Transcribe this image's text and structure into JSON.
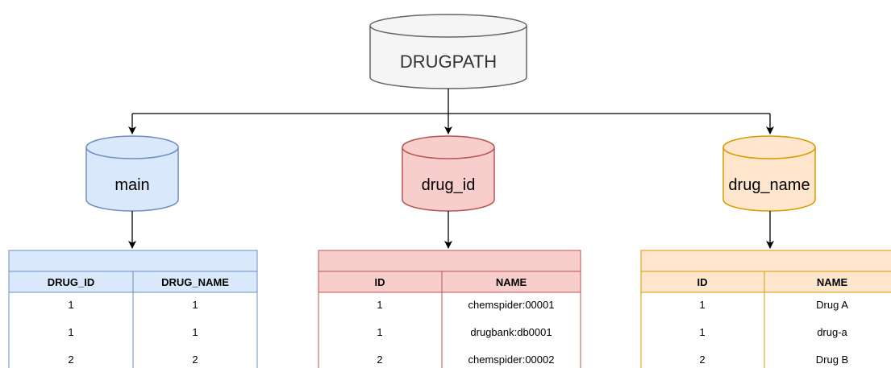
{
  "root": {
    "label": "DRUGPATH"
  },
  "databases": [
    {
      "key": "main",
      "label": "main",
      "fill": "#dae8fc",
      "stroke": "#6c8ebf",
      "table": {
        "columns": [
          "DRUG_ID",
          "DRUG_NAME"
        ],
        "rows": [
          [
            "1",
            "1"
          ],
          [
            "1",
            "1"
          ],
          [
            "2",
            "2"
          ]
        ]
      }
    },
    {
      "key": "drug_id",
      "label": "drug_id",
      "fill": "#f8cecc",
      "stroke": "#b85450",
      "table": {
        "columns": [
          "ID",
          "NAME"
        ],
        "rows": [
          [
            "1",
            "chemspider:00001"
          ],
          [
            "1",
            "drugbank:db0001"
          ],
          [
            "2",
            "chemspider:00002"
          ]
        ]
      }
    },
    {
      "key": "drug_name",
      "label": "drug_name",
      "fill": "#ffe6cc",
      "stroke": "#d79b00",
      "table": {
        "columns": [
          "ID",
          "NAME"
        ],
        "rows": [
          [
            "1",
            "Drug A"
          ],
          [
            "1",
            "drug-a"
          ],
          [
            "2",
            "Drug B"
          ]
        ]
      }
    }
  ],
  "colors": {
    "root_fill": "#f5f5f5",
    "root_stroke": "#666666",
    "edge": "#000000",
    "table_header_main": "#dae8fc",
    "table_header_drug_id": "#f8cecc",
    "table_header_drug_name": "#ffe6cc"
  }
}
